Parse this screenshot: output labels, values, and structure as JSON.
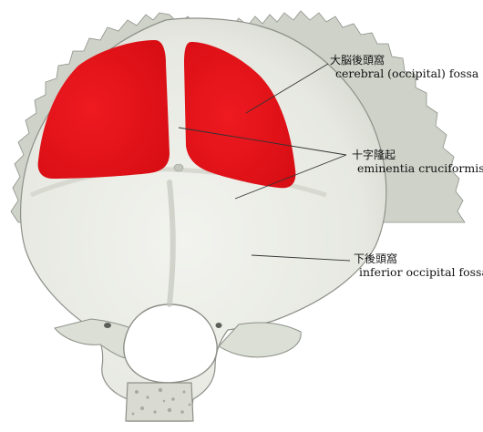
{
  "labels": {
    "cerebral": {
      "jp": "大脳後頭窩",
      "latin": "cerebral  (occipital) fossa"
    },
    "cruciform": {
      "jp": "十字隆起",
      "latin": "eminentia cruciformis"
    },
    "inferior": {
      "jp": "下後頭窩",
      "latin": "inferior occipital fossa"
    }
  },
  "colors": {
    "bone": "#e9ebe4",
    "bone_shadow": "#c9ccc3",
    "bone_outline": "#8d9088",
    "highlight": "#e8141c",
    "leader": "#333333"
  }
}
